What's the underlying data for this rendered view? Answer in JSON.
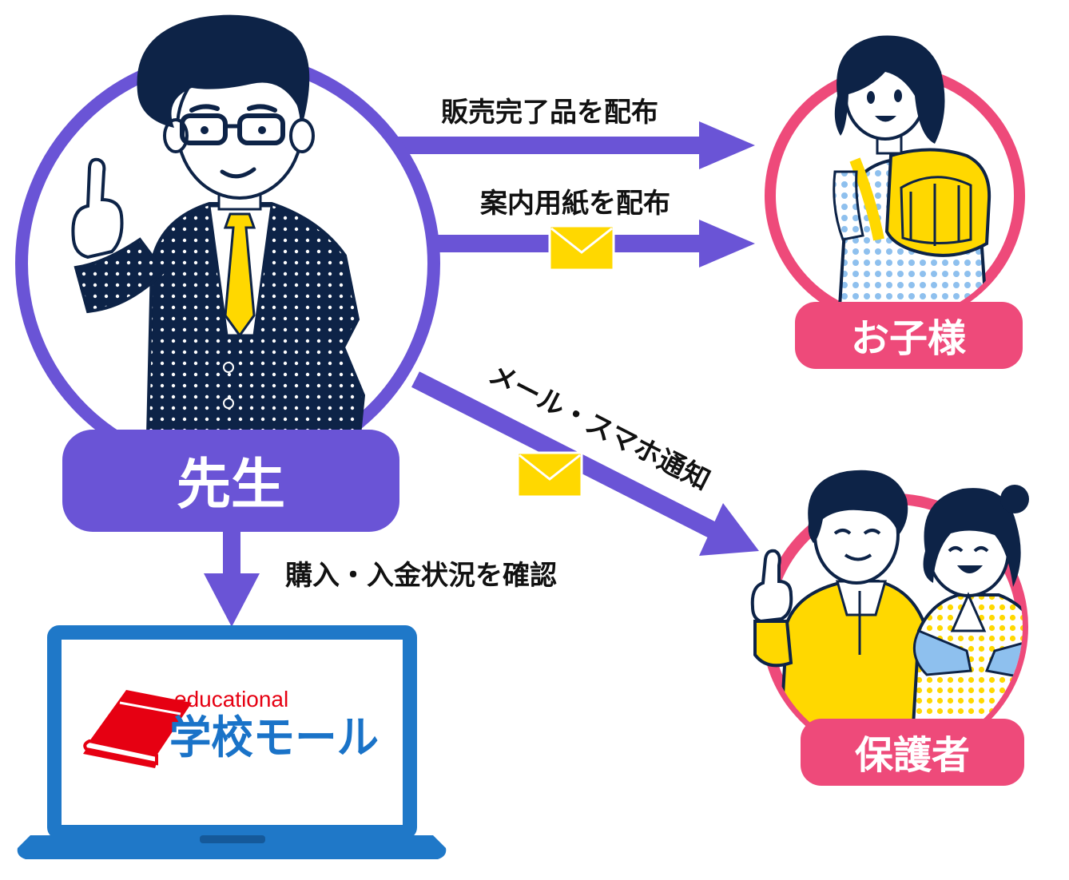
{
  "roles": {
    "teacher": "先生",
    "child": "お子様",
    "guardian": "保護者"
  },
  "flows": {
    "distribute_sold_items": "販売完了品を配布",
    "distribute_guide_paper": "案内用紙を配布",
    "mail_notification": "メール・スマホ通知",
    "check_status": "購入・入金状況を確認"
  },
  "brand": {
    "small": "educational",
    "big": "学校モール"
  },
  "colors": {
    "purple": "#6a54d6",
    "pink": "#ee4a7a",
    "navy": "#0d2347",
    "yellow": "#ffd800",
    "laptop_blue": "#1f78c8",
    "brand_red": "#e60012",
    "brand_blue": "#1a73c8"
  },
  "icons": [
    "envelope-icon",
    "book-icon",
    "laptop-icon"
  ]
}
